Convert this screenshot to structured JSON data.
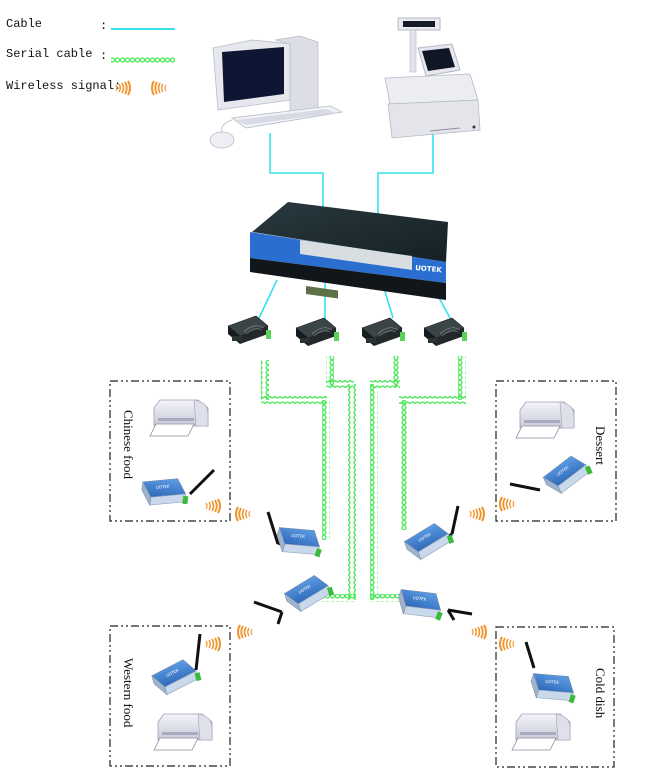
{
  "diagram": {
    "legend": [
      {
        "label": "Cable",
        "separator": ":",
        "symbol": "cable-line",
        "color": "#38e0ec"
      },
      {
        "label": "Serial cable",
        "separator": ":",
        "symbol": "serial-cable-twist",
        "color": "#4de85a"
      },
      {
        "label": "Wireless signal",
        "separator": ":",
        "symbol": "wireless-waves",
        "color": "#f0932a"
      }
    ],
    "hosts": [
      {
        "name": "Desktop computer",
        "icon": "desktop-computer-icon"
      },
      {
        "name": "POS cash register",
        "icon": "pos-terminal-icon"
      }
    ],
    "switch": {
      "name": "Network switch",
      "brand": "UOTEK",
      "icon": "network-switch-icon"
    },
    "serial_servers": [
      {
        "name": "Serial device server 1"
      },
      {
        "name": "Serial device server 2"
      },
      {
        "name": "Serial device server 3"
      },
      {
        "name": "Serial device server 4"
      }
    ],
    "wireless_modules_center": [
      {
        "name": "Wireless module left-top",
        "brand": "UOTEK"
      },
      {
        "name": "Wireless module left-bottom",
        "brand": "UOTEK"
      },
      {
        "name": "Wireless module right-top",
        "brand": "UOTEK"
      },
      {
        "name": "Wireless module right-bottom",
        "brand": "UOTEK"
      }
    ],
    "zones": [
      {
        "label": "Chinese food",
        "position": "top-left",
        "devices": [
          "Printer",
          "Wireless module"
        ]
      },
      {
        "label": "Dessert",
        "position": "top-right",
        "devices": [
          "Printer",
          "Wireless module"
        ]
      },
      {
        "label": "Western food",
        "position": "bottom-left",
        "devices": [
          "Wireless module",
          "Printer"
        ]
      },
      {
        "label": "Cold dish",
        "position": "bottom-right",
        "devices": [
          "Wireless module",
          "Printer"
        ]
      }
    ],
    "colors": {
      "cable": "#38e0ec",
      "serial": "#4de85a",
      "wireless": "#f0932a",
      "device_blue": "#3f7fd0",
      "switch_body": "#1d2a30"
    }
  }
}
